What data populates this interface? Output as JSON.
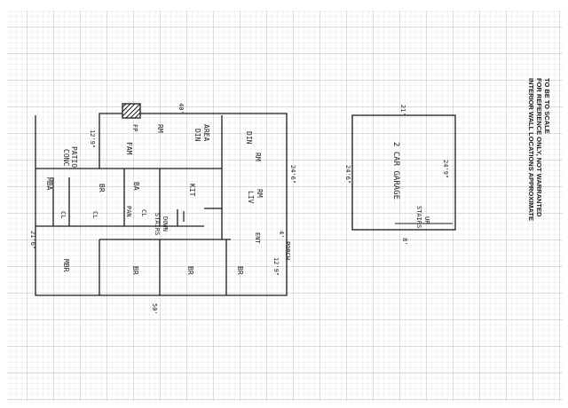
{
  "rooms": {
    "conc_patio_1": "CONC",
    "conc_patio_2": "PATIO",
    "fam_rm_1": "FAM",
    "fam_rm_2": "RM",
    "din_area_1": "DIN",
    "din_area_2": "AREA",
    "din_rm_1": "DIN",
    "din_rm_2": "RM",
    "mba": "MBA",
    "br_1": "BR",
    "ba": "BA",
    "kit": "KIT",
    "liv_rm_1": "LIV",
    "liv_rm_2": "RM",
    "mbr": "MBR",
    "br_2": "BR",
    "br_3": "BR",
    "br_4": "BR",
    "fp": "FP",
    "cl": "CL",
    "wic": "CL",
    "pan": "PAN",
    "lc": "CL",
    "stairs_1": "STAIRS",
    "stairs_2": "DOWN",
    "ent": "ENT",
    "porch": "PORCH",
    "garage": "2 CAR GARAGE",
    "garage_stairs_1": "STAIRS",
    "garage_stairs_2": "UP"
  },
  "dimensions": {
    "d_1219": "12'9\"",
    "d_40": "40'",
    "d_246": "24'6\"",
    "d_216": "21'6\"",
    "d_50": "50'",
    "d_129": "12'9\"",
    "d_4": "4'",
    "d_21": "21'",
    "d_245": "24'6\"",
    "d_2419": "24'9\"",
    "d_8": "8'"
  },
  "notes": {
    "line_1": "INTERIOR WALL LOCATIONS APPROXIMATE",
    "line_2": "FOR REFERENCE ONLY, NOT WARRANTED",
    "line_3": "TO BE TO SCALE"
  },
  "colors": {
    "ink": "#1a1a1a",
    "grid_minor": "#cfcfcf",
    "grid_major": "#a8a8a8"
  }
}
